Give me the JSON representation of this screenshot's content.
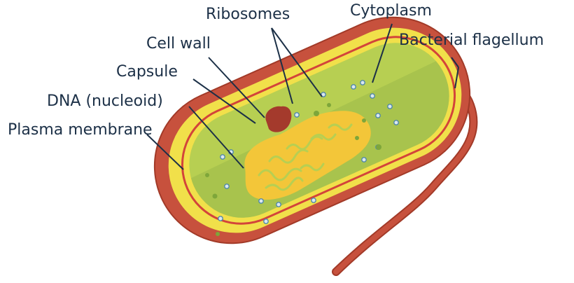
{
  "labels": {
    "ribosomes": "Ribosomes",
    "cytoplasm": "Cytoplasm",
    "cell_wall": "Cell wall",
    "bacterial_flagellum": "Bacterial flagellum",
    "capsule": "Capsule",
    "dna_nucleoid": "DNA (nucleoid)",
    "plasma_membrane": "Plasma membrane"
  },
  "colors": {
    "label_text": "#1c3047",
    "leader_line": "#1c3047",
    "capsule": "#c7513d",
    "capsule_outline": "#a23a28",
    "cell_wall": "#f1e04a",
    "plasma_membrane": "#d3443a",
    "cytoplasm": "#b7cf52",
    "cytoplasm_shade": "#9cb948",
    "nucleoid": "#f3c639",
    "ribosome": "#dbe8ef",
    "ribosome_ring": "#4f88aa",
    "inclusion": "#a43a2c",
    "flagellum": "#c7513d"
  }
}
